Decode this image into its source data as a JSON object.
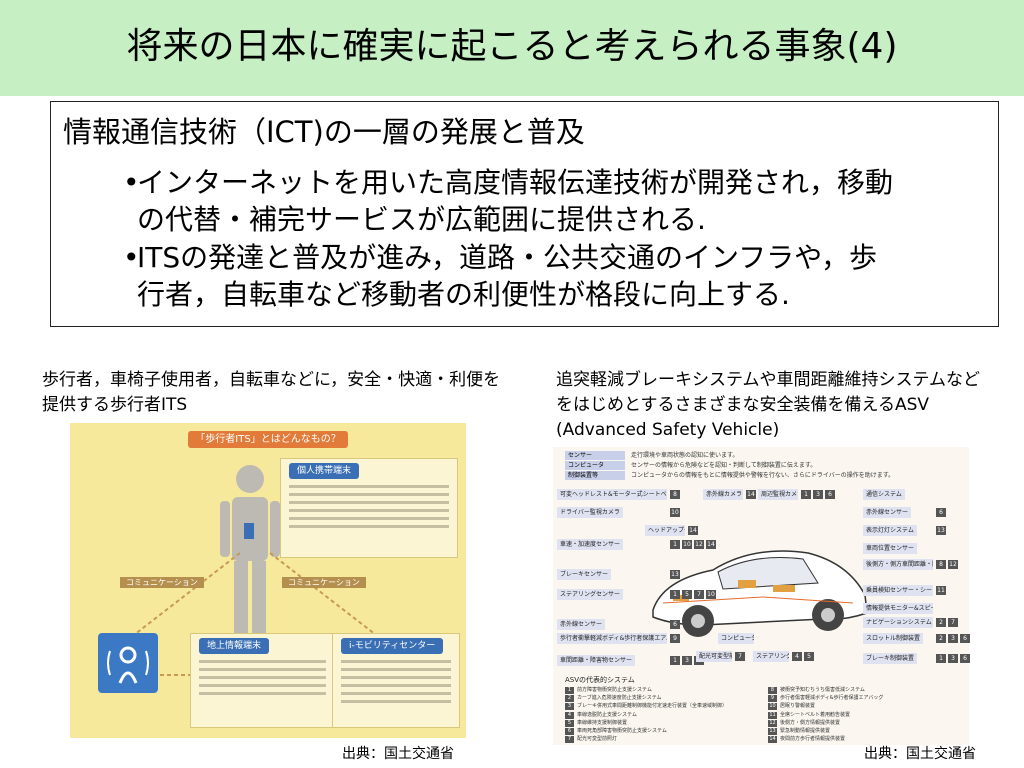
{
  "slide": {
    "title": "将来の日本に確実に起こると考えられる事象(4)",
    "box": {
      "heading": "情報通信技術（ICT)の一層の発展と普及",
      "bullet_symbol": "•",
      "bullets": [
        {
          "line1": "インターネットを用いた高度情報伝達技術が開発され，移動",
          "line2": "の代替・補完サービスが広範囲に提供される."
        },
        {
          "line1": "ITSの発達と普及が進み，道路・公共交通のインフラや，歩",
          "line2": "行者，自転車など移動者の利便性が格段に向上する."
        }
      ]
    },
    "left_caption": "歩行者，車椅子使用者，自転車などに，安全・快適・利便を提供する歩行者ITS",
    "right_caption": "追突軽減ブレーキシステムや車間距離維持システムなどをはじめとするさまざまな安全装備を備えるASV (Advanced Safety Vehicle)",
    "source_left": "出典：国土交通省",
    "source_right": "出典：国土交通省"
  },
  "its_poster": {
    "header": "「歩行者ITS」とはどんなもの？",
    "card_mobile": "個人携帯端末",
    "card_ground": "地上情報端末",
    "card_center": "i-モビリティセンター",
    "comm_left": "コミュニケーション",
    "comm_right": "コミュニケーション",
    "colors": {
      "background": "#f6e99c",
      "header": "#e27a3a",
      "card_title": "#3a6fb5"
    }
  },
  "asv_diagram": {
    "legend": [
      {
        "key": "センサー",
        "value": "走行環境や車両状態の認知に使います。"
      },
      {
        "key": "コンピュータ",
        "value": "センサーの情報から危険などを認知・判断して制御装置に伝えます。"
      },
      {
        "key": "制御装置等",
        "value": "コンピュータからの情報をもとに情報提供や警報を行ない、さらにドライバーの操作を助けます。"
      }
    ],
    "tags_left": [
      {
        "label": "可変ヘッドレスト&モーター式シートベルトプリテンショナー",
        "nums": [
          "8"
        ]
      },
      {
        "label": "ドライバー監視カメラ",
        "nums": [
          "10"
        ]
      },
      {
        "label": "車速・加速度センサー",
        "nums": [
          "1",
          "10",
          "12",
          "14"
        ]
      },
      {
        "label": "ブレーキセンサー",
        "nums": [
          "13"
        ]
      },
      {
        "label": "ステアリングセンサー",
        "nums": [
          "1",
          "5",
          "7",
          "10"
        ]
      },
      {
        "label": "赤外線センサー",
        "nums": [
          "6"
        ]
      },
      {
        "label": "歩行者衝撃軽減ボディ&歩行者保護エアバッグ",
        "nums": [
          "9"
        ]
      },
      {
        "label": "車間距離・障害物センサー",
        "nums": [
          "1",
          "3",
          "9"
        ]
      }
    ],
    "tags_top": [
      {
        "label": "赤外線カメラ",
        "nums": [
          "14"
        ]
      },
      {
        "label": "周辺監視カメラ",
        "nums": [
          "1",
          "3",
          "6"
        ]
      },
      {
        "label": "ヘッドアップディスプレイ",
        "nums": [
          "14"
        ]
      }
    ],
    "tags_right": [
      {
        "label": "通信システム",
        "nums": []
      },
      {
        "label": "赤外線センサー",
        "nums": [
          "6"
        ]
      },
      {
        "label": "表示灯灯システム",
        "nums": [
          "13"
        ]
      },
      {
        "label": "車両位置センサー",
        "nums": []
      },
      {
        "label": "後側方・側方車間距離・障害物センサー",
        "nums": [
          "8",
          "12"
        ]
      },
      {
        "label": "乗員検知センサー・シートベルトバックルスイッチ",
        "nums": [
          "11"
        ]
      },
      {
        "label": "情報提供モニター&スピーカー",
        "nums": []
      },
      {
        "label": "ナビゲーションシステム",
        "nums": [
          "2",
          "7"
        ]
      },
      {
        "label": "スロットル制御装置",
        "nums": [
          "2",
          "3",
          "6"
        ]
      },
      {
        "label": "ブレーキ制御装置",
        "nums": [
          "1",
          "3",
          "6"
        ]
      }
    ],
    "tags_bottom": [
      {
        "label": "コンピュータ",
        "nums": []
      },
      {
        "label": "配光可変型前照灯",
        "nums": [
          "7"
        ]
      },
      {
        "label": "ステアリング制御装置",
        "nums": [
          "4",
          "5"
        ]
      }
    ],
    "list_title": "ASVの代表的システム",
    "list_left": [
      {
        "n": "1",
        "text": "前方障害物衝突防止支援システム"
      },
      {
        "n": "2",
        "text": "カーブ進入危険速度防止支援システム"
      },
      {
        "n": "3",
        "text": "ブレーキ併用式車間距離制御機能付定速走行装置（全車速域制御）"
      },
      {
        "n": "4",
        "text": "車線逸脱防止支援システム"
      },
      {
        "n": "5",
        "text": "車線維持支援制御装置"
      },
      {
        "n": "6",
        "text": "車両死角部障害物衝突防止支援システム"
      },
      {
        "n": "7",
        "text": "配光可変型前照灯"
      }
    ],
    "list_right": [
      {
        "n": "8",
        "text": "被衝突予知むちうち傷害低減システム"
      },
      {
        "n": "9",
        "text": "歩行者傷害軽減ボディ&歩行者保護エアバッグ"
      },
      {
        "n": "10",
        "text": "居眠り警報装置"
      },
      {
        "n": "11",
        "text": "全席シートベルト着用勧告装置"
      },
      {
        "n": "12",
        "text": "後側方・側方情報提供装置"
      },
      {
        "n": "13",
        "text": "緊急制動情報提供装置"
      },
      {
        "n": "14",
        "text": "夜間前方歩行者情報提供装置"
      }
    ],
    "colors": {
      "tag": "#dfe2f1",
      "num": "#555555",
      "legend": "#c7cfe9"
    }
  }
}
